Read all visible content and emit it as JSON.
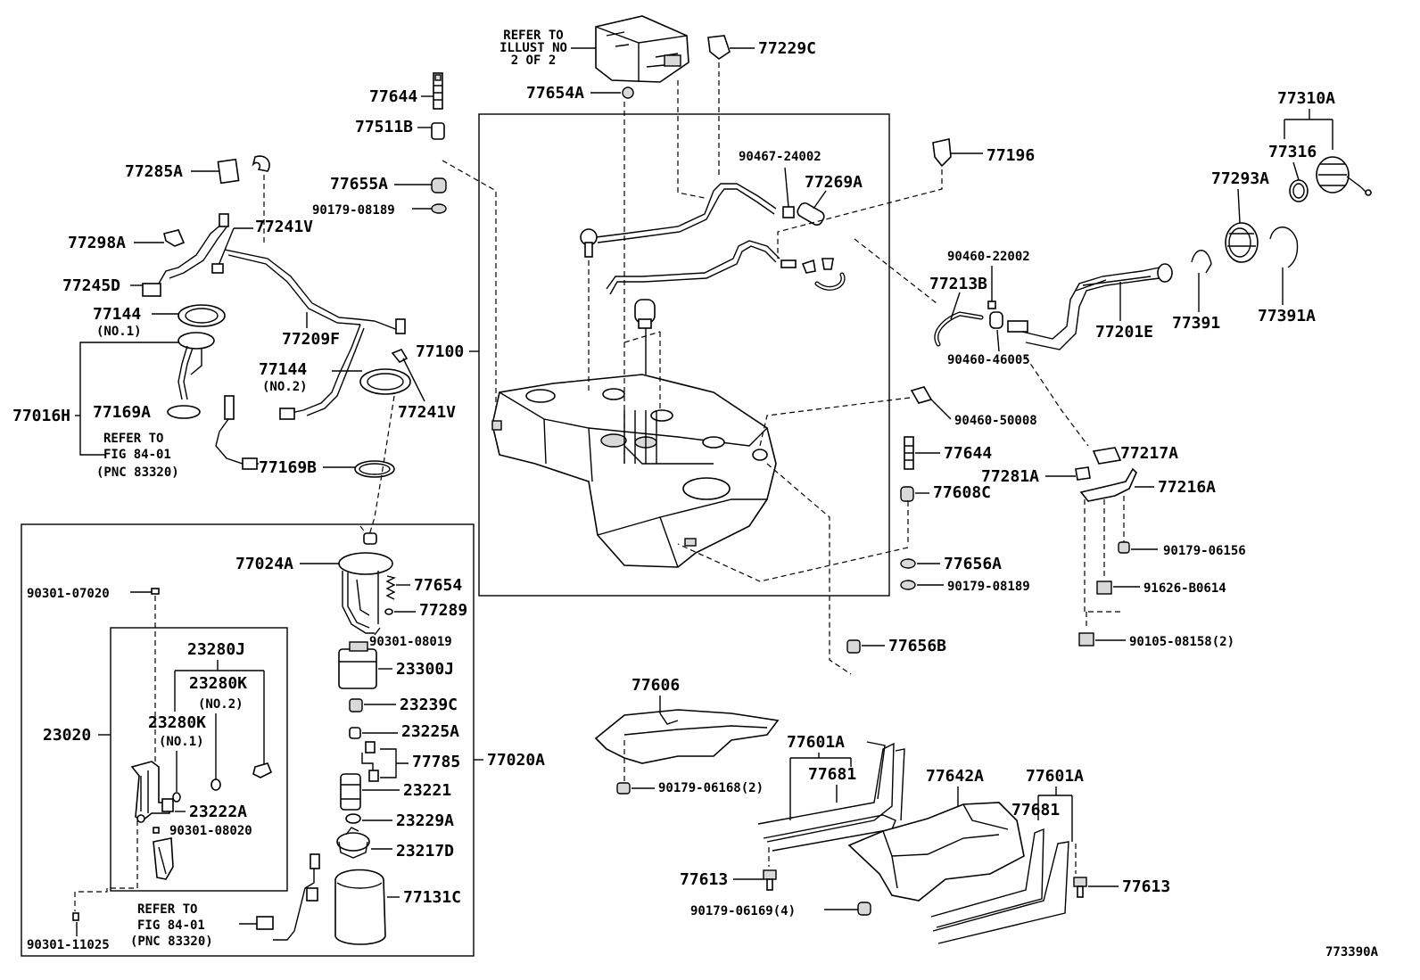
{
  "labels": {
    "p77229C": "77229C",
    "p77654A": "77654A",
    "p77644_top": "77644",
    "p77511B": "77511B",
    "p77285A": "77285A",
    "p77655A": "77655A",
    "p90179_08189_top": "90179-08189",
    "p77298A": "77298A",
    "p77241V_top": "77241V",
    "p77245D": "77245D",
    "p77144_no1": "77144",
    "p77209F": "77209F",
    "p77144_no2": "77144",
    "p77100": "77100",
    "p77241V_bot": "77241V",
    "p77016H": "77016H",
    "p77169A": "77169A",
    "p77169B": "77169B",
    "p90467_24002": "90467-24002",
    "p77269A": "77269A",
    "p77196": "77196",
    "p90460_22002": "90460-22002",
    "p77213B": "77213B",
    "p77201E": "77201E",
    "p90460_46005": "90460-46005",
    "p77310A": "77310A",
    "p77316": "77316",
    "p77293A": "77293A",
    "p77391": "77391",
    "p77391A": "77391A",
    "p90460_50008": "90460-50008",
    "p77644_mid": "77644",
    "p77217A": "77217A",
    "p77281A": "77281A",
    "p77216A": "77216A",
    "p77608C": "77608C",
    "p90179_06156": "90179-06156",
    "p77656A": "77656A",
    "p90179_08189_mid": "90179-08189",
    "p91626_B0614": "91626-B0614",
    "p90105_08158": "90105-08158(2)",
    "p77656B": "77656B",
    "p77024A": "77024A",
    "p77654": "77654",
    "p77289": "77289",
    "p90301_08019": "90301-08019",
    "p90301_07020": "90301-07020",
    "p23280J": "23280J",
    "p23280K_no2": "23280K",
    "p23280K_no1": "23280K",
    "p23020": "23020",
    "p23300J": "23300J",
    "p23239C": "23239C",
    "p23225A": "23225A",
    "p77785": "77785",
    "p77020A": "77020A",
    "p23221": "23221",
    "p23222A": "23222A",
    "p90301_08020": "90301-08020",
    "p23229A": "23229A",
    "p23217D": "23217D",
    "p77131C": "77131C",
    "p90301_11025": "90301-11025",
    "p77606": "77606",
    "p90179_06168": "90179-06168(2)",
    "p77601A_left": "77601A",
    "p77681_left": "77681",
    "p77642A": "77642A",
    "p77601A_right": "77601A",
    "p77681_right": "77681",
    "p77613_left": "77613",
    "p77613_right": "77613",
    "p90179_06169": "90179-06169(4)",
    "diagram_id": "773390A"
  },
  "qualifiers": {
    "no1_a": "(NO.1)",
    "no2_a": "(NO.2)",
    "no2_b": "(NO.2)",
    "no1_b": "(NO.1)"
  },
  "notes": {
    "refer_illust": [
      "REFER TO",
      "ILLUST NO",
      "2 OF 2"
    ],
    "refer_fig_upper": [
      "REFER TO",
      "FIG 84-01",
      "(PNC 83320)"
    ],
    "refer_fig_lower": [
      "REFER TO",
      "FIG 84-01",
      "(PNC 83320)"
    ]
  }
}
